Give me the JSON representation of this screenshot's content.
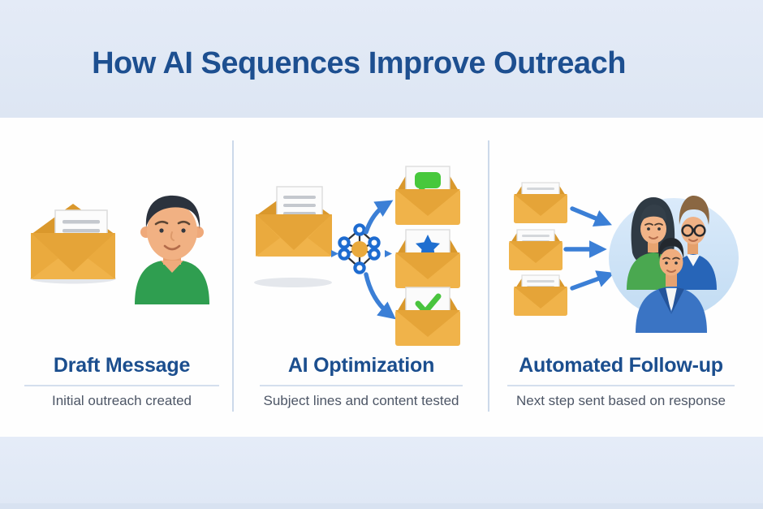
{
  "title": "How AI Sequences Improve Outreach",
  "columns": [
    {
      "id": "draft-message",
      "heading": "Draft Message",
      "subtitle": "Initial outreach created"
    },
    {
      "id": "ai-optimization",
      "heading": "AI Optimization",
      "subtitle": "Subject lines and content tested"
    },
    {
      "id": "automated-follow-up",
      "heading": "Automated Follow-up",
      "subtitle": "Next step sent based on response"
    }
  ],
  "icons": {
    "column1": [
      "open-envelope-icon",
      "person-avatar"
    ],
    "column2": [
      "open-envelope-icon",
      "ai-network-icon",
      "arrow-icon",
      "speech-bubble-envelope-icon",
      "star-envelope-icon",
      "checkmark-envelope-icon"
    ],
    "column3": [
      "envelope-icon",
      "arrow-icon",
      "recipients-group-illustration"
    ]
  },
  "colors": {
    "title_blue": "#1d4f90",
    "heading_blue": "#1b4e8e",
    "subtitle_gray": "#4d5666",
    "band_blue": "#e0e8f5",
    "divider_blue": "#ccd9ea",
    "envelope_gold": "#f0b34a",
    "envelope_gold_dark": "#e5a438",
    "arrow_blue": "#3b7fd6",
    "node_blue": "#1d6bd0",
    "node_center_orange": "#e9a93c",
    "speech_green": "#47c83c",
    "star_blue": "#1f6fd0",
    "check_green": "#49c43e",
    "group_circle_blue": "#c9dff4"
  }
}
